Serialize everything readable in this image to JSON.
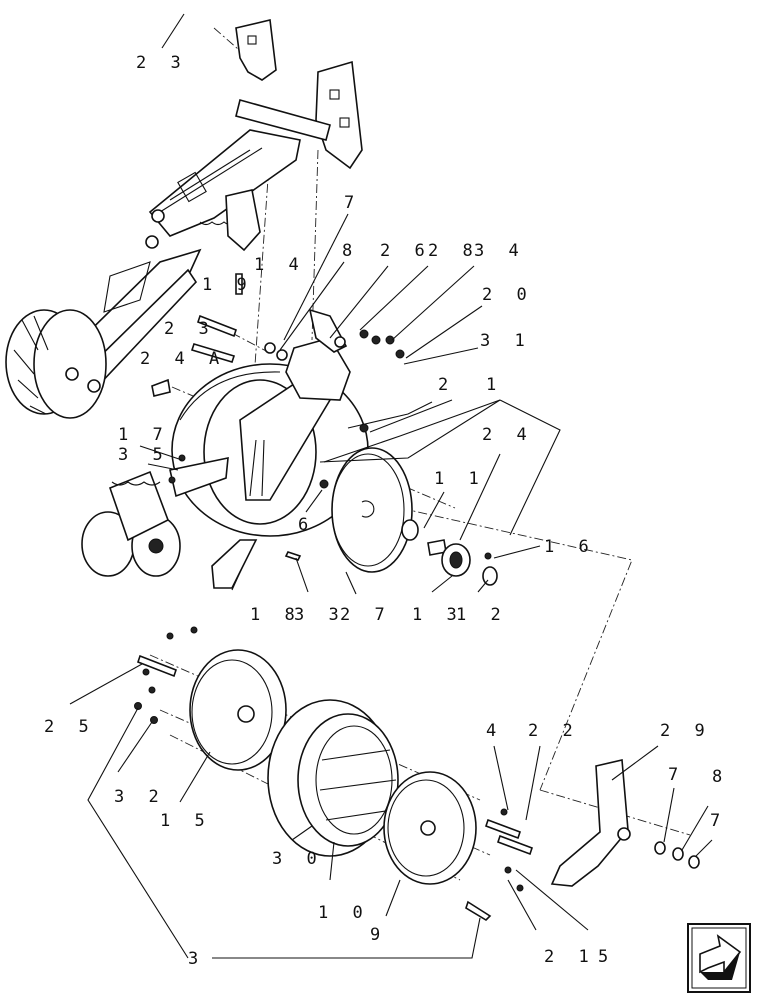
{
  "diagram": {
    "callouts": [
      {
        "id": "c23a",
        "text": "2 3"
      },
      {
        "id": "c7a",
        "text": "7"
      },
      {
        "id": "c8a",
        "text": "8"
      },
      {
        "id": "c26",
        "text": "2 6"
      },
      {
        "id": "c28",
        "text": "2 8"
      },
      {
        "id": "c34",
        "text": "3 4"
      },
      {
        "id": "c20",
        "text": "2 0"
      },
      {
        "id": "c19",
        "text": "1 9"
      },
      {
        "id": "c14",
        "text": "1 4"
      },
      {
        "id": "c23b",
        "text": "2 3"
      },
      {
        "id": "c31",
        "text": "3 1"
      },
      {
        "id": "c24a",
        "text": "2 4 A"
      },
      {
        "id": "c2",
        "text": "2"
      },
      {
        "id": "c1",
        "text": "1"
      },
      {
        "id": "c17",
        "text": "1 7"
      },
      {
        "id": "c24",
        "text": "2 4"
      },
      {
        "id": "c35",
        "text": "3 5"
      },
      {
        "id": "c11",
        "text": "1 1"
      },
      {
        "id": "c6",
        "text": "6"
      },
      {
        "id": "c16",
        "text": "1 6"
      },
      {
        "id": "c18",
        "text": "1 8"
      },
      {
        "id": "c33",
        "text": "3 3"
      },
      {
        "id": "c27",
        "text": "2 7"
      },
      {
        "id": "c13",
        "text": "1 3"
      },
      {
        "id": "c12",
        "text": "1 2"
      },
      {
        "id": "c25",
        "text": "2 5"
      },
      {
        "id": "c4",
        "text": "4"
      },
      {
        "id": "c22",
        "text": "2 2"
      },
      {
        "id": "c29",
        "text": "2 9"
      },
      {
        "id": "c32",
        "text": "3 2"
      },
      {
        "id": "c7b",
        "text": "7"
      },
      {
        "id": "c8b",
        "text": "8"
      },
      {
        "id": "c7c",
        "text": "7"
      },
      {
        "id": "c15",
        "text": "1 5"
      },
      {
        "id": "c30",
        "text": "3 0"
      },
      {
        "id": "c10",
        "text": "1 0"
      },
      {
        "id": "c9",
        "text": "9"
      },
      {
        "id": "c21",
        "text": "2 1"
      },
      {
        "id": "c5",
        "text": "5"
      },
      {
        "id": "c3",
        "text": "3"
      }
    ],
    "nav_icon": "next-page-arrow-icon"
  }
}
